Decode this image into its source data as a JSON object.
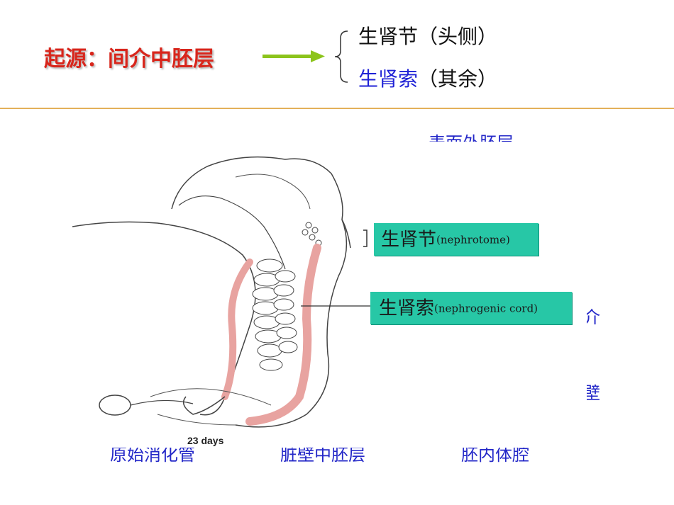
{
  "header": {
    "origin_title": "起源：间介中胚层",
    "branches": [
      {
        "name": "生肾节",
        "note": "（头侧）"
      },
      {
        "name": "生肾索",
        "note": "（其余）"
      }
    ]
  },
  "background_text": [
    "表面外胚层",
    "介",
    "壁",
    "原始消化管",
    "脏壁中胚层",
    "胚内体腔"
  ],
  "figure": {
    "labels": [
      {
        "zh": "生肾节",
        "en": "(nephrotome)"
      },
      {
        "zh": "生肾索",
        "en": "(nephrogenic cord)"
      }
    ],
    "caption": "23 days"
  },
  "colors": {
    "title_red": "#d8261c",
    "arrow_green": "#8cc41c",
    "blue_text": "#1f22d6",
    "label_teal": "#27c7a6",
    "divider": "#e3b05a",
    "cord_pink": "#e8a3a0"
  }
}
